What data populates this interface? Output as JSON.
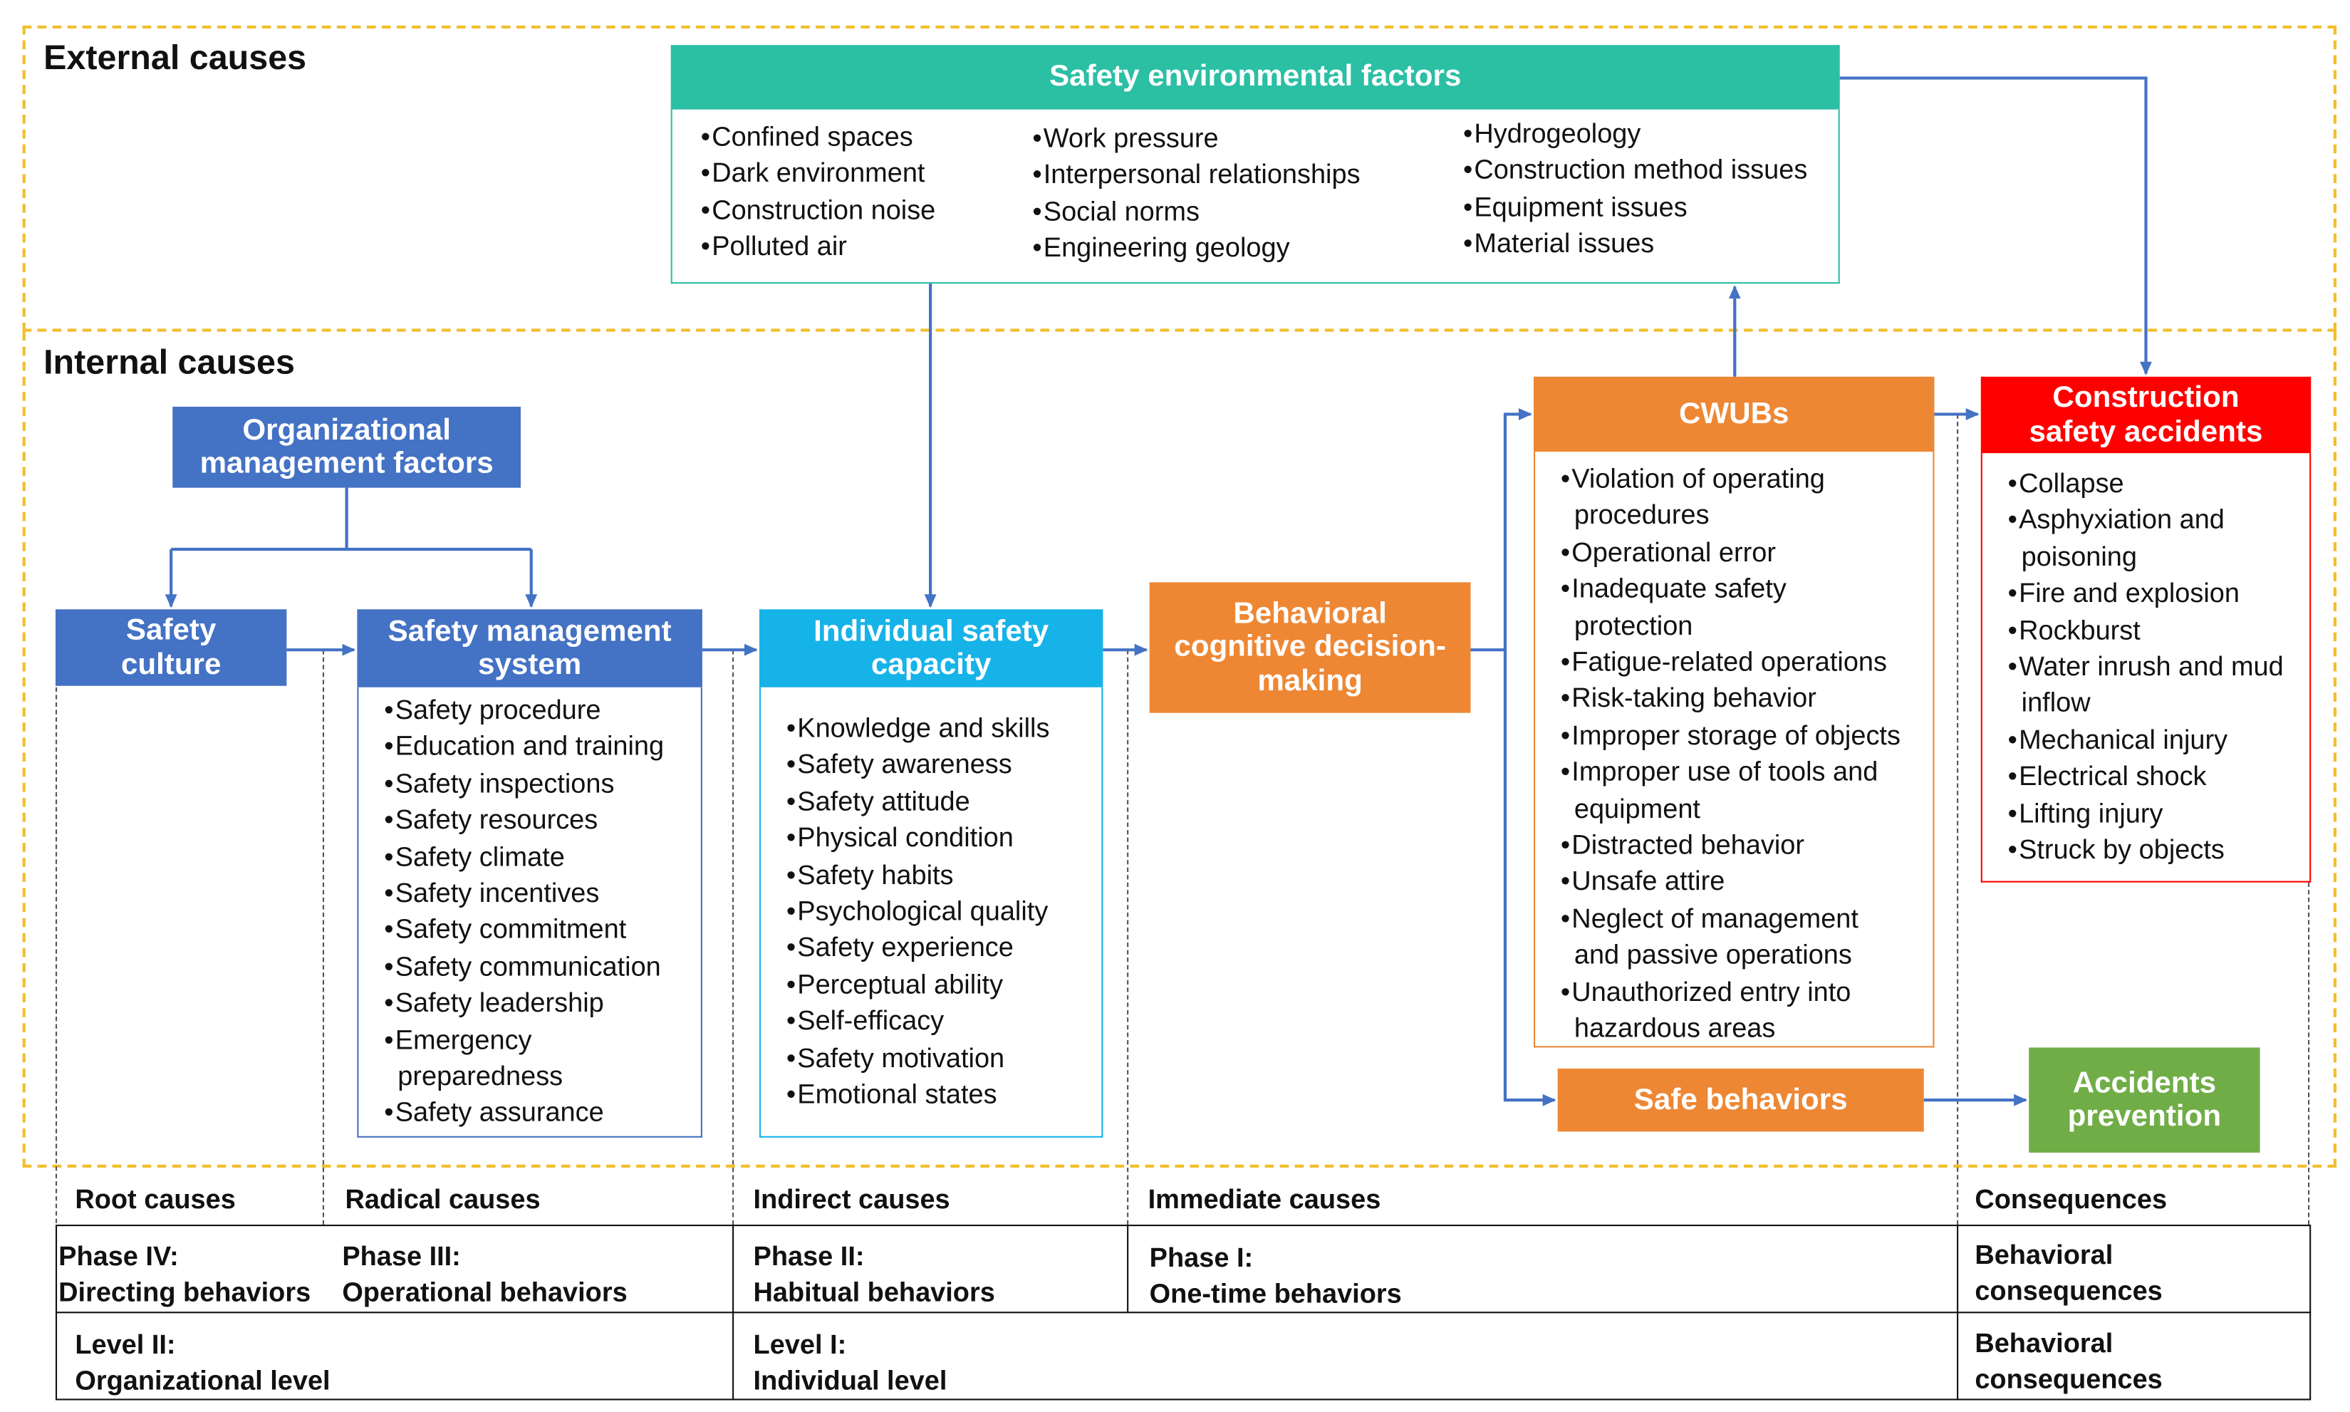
{
  "zones": {
    "external_label": "External causes",
    "internal_label": "Internal causes"
  },
  "env": {
    "title": "Safety environmental factors",
    "col1": [
      "Confined spaces",
      "Dark environment",
      "Construction noise",
      "Polluted air"
    ],
    "col2": [
      "Work pressure",
      "Interpersonal relationships",
      "Social norms",
      "Engineering geology"
    ],
    "col3": [
      "Hydrogeology",
      "Construction method issues",
      "Equipment issues",
      "Material issues"
    ]
  },
  "org": {
    "title": "Organizational management factors"
  },
  "culture": {
    "title": "Safety culture"
  },
  "sms": {
    "title": "Safety management system",
    "items": [
      "Safety procedure",
      "Education and training",
      "Safety inspections",
      "Safety resources",
      "Safety climate",
      "Safety incentives",
      "Safety commitment",
      "Safety communication",
      "Safety leadership",
      "Emergency preparedness",
      "Safety assurance"
    ]
  },
  "isc": {
    "title": "Individual safety capacity",
    "items": [
      "Knowledge and skills",
      "Safety awareness",
      "Safety attitude",
      "Physical condition",
      "Safety habits",
      "Psychological quality",
      "Safety experience",
      "Perceptual ability",
      "Self-efficacy",
      "Safety motivation",
      "Emotional states"
    ]
  },
  "bcd": {
    "title": "Behavioral cognitive decision-making"
  },
  "cwubs": {
    "title": "CWUBs",
    "items": [
      "Violation of operating procedures",
      "Operational error",
      "Inadequate safety protection",
      "Fatigue-related operations",
      "Risk-taking behavior",
      "Improper storage of objects",
      "Improper use of tools and equipment",
      "Distracted behavior",
      "Unsafe attire",
      "Neglect of management and passive operations",
      "Unauthorized entry into hazardous areas"
    ]
  },
  "accidents": {
    "title": "Construction safety accidents",
    "items": [
      "Collapse",
      "Asphyxiation and poisoning",
      "Fire and explosion",
      "Rockburst",
      "Water inrush and mud inflow",
      "Mechanical injury",
      "Electrical shock",
      "Lifting injury",
      "Struck by objects"
    ]
  },
  "safe": {
    "title": "Safe behaviors"
  },
  "prevention": {
    "title": "Accidents prevention"
  },
  "causes": {
    "root": "Root causes",
    "radical": "Radical causes",
    "indirect": "Indirect causes",
    "immediate": "Immediate causes",
    "consequences": "Consequences"
  },
  "phases": {
    "p4": [
      "Phase IV:",
      "Directing behaviors"
    ],
    "p3": [
      "Phase III:",
      "Operational behaviors"
    ],
    "p2": [
      "Phase II:",
      "Habitual behaviors"
    ],
    "p1": [
      "Phase I:",
      "One-time behaviors"
    ],
    "pc": [
      "Behavioral",
      "consequences"
    ]
  },
  "levels": {
    "l2": [
      "Level II:",
      "Organizational level"
    ],
    "l1": [
      "Level I:",
      "Individual level"
    ],
    "lc": [
      "Behavioral",
      "consequences"
    ]
  },
  "colors": {
    "blue": "#4472c4",
    "teal": "#2bbfa4",
    "cyan": "#16b3e8",
    "orange": "#ee8734",
    "red": "#ff0000",
    "green": "#70ad47",
    "zone_border": "#f2bf2c"
  }
}
